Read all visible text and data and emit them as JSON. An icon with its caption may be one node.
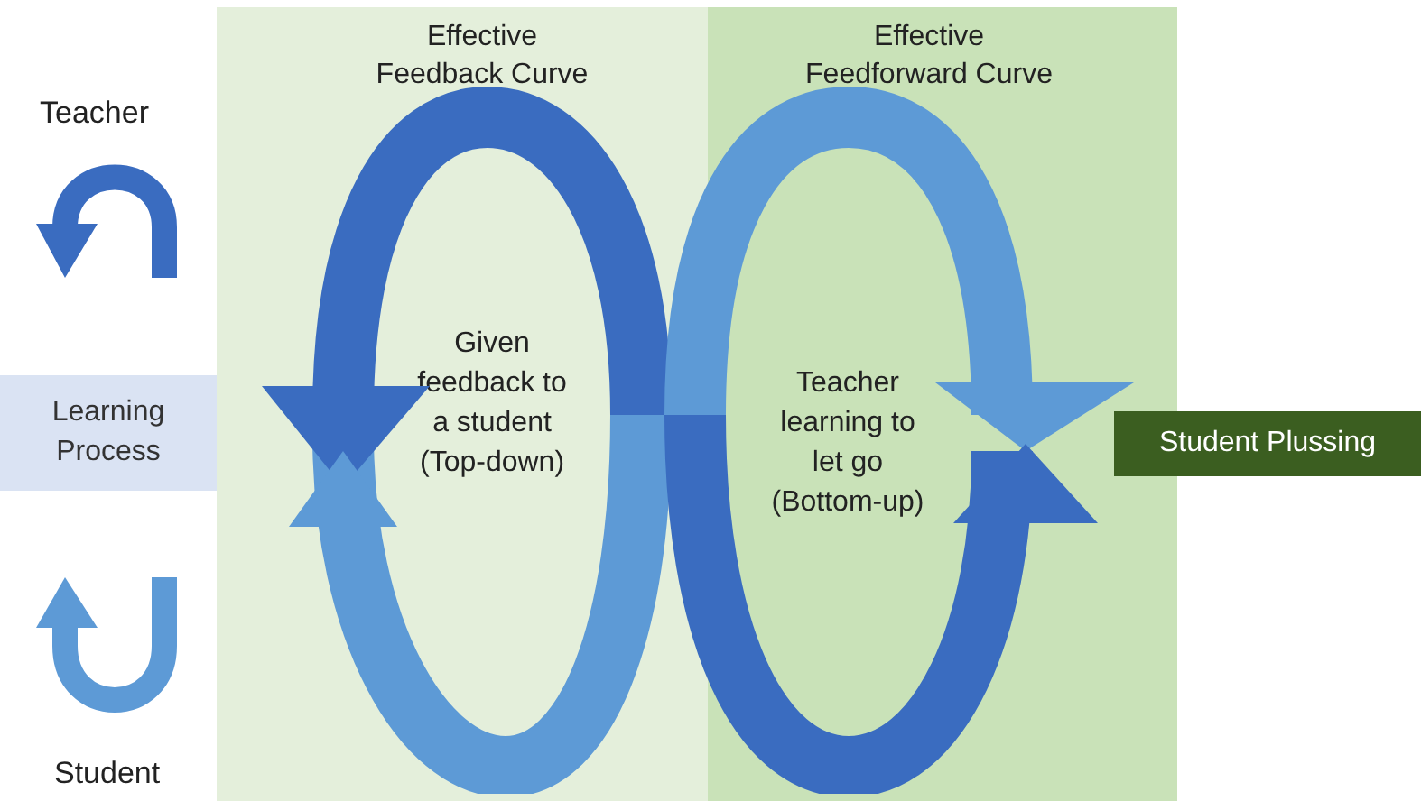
{
  "diagram": {
    "nodes": [
      {
        "text": [
          "Effective Feedback Curve"
        ]
      },
      {
        "text": [
          "Effective Feedforward Curve"
        ]
      },
      {
        "text": [
          "Given feedback to a student (Top-down)"
        ],
        "in": 0
      },
      {
        "text": [
          "Teacher learning to let go (Bottom-up)"
        ],
        "in": 1
      },
      {
        "text": [
          "Learning Process"
        ]
      },
      {
        "text": [
          "Student Plussing"
        ]
      }
    ],
    "labels": [
      "Teacher",
      "Student"
    ]
  }
}
